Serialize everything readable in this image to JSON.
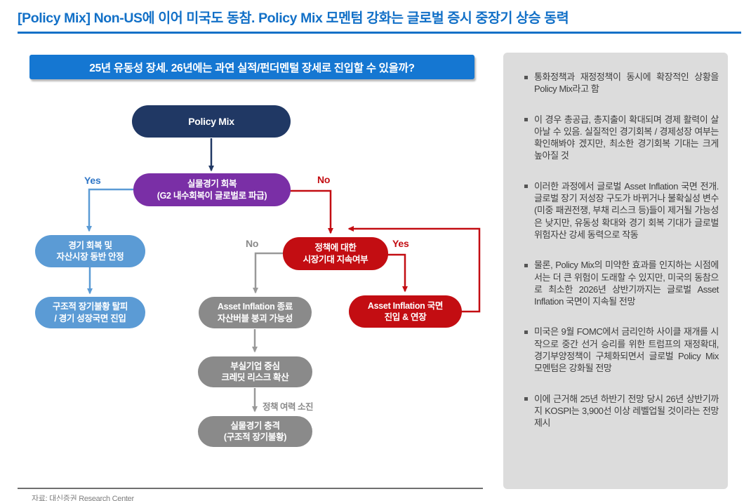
{
  "title": "[Policy Mix] Non-US에 이어 미국도 동참. Policy Mix 모멘텀 강화는 글로벌 증시 중장기 상승 동력",
  "flowchart": {
    "header": "25년 유동성 장세. 26년에는 과연 실적/펀더멘털 장세로 진입할 수 있을까?",
    "nodes": [
      {
        "id": "policy-mix",
        "lines": [
          "Policy Mix"
        ]
      },
      {
        "id": "real-economy-recovery",
        "lines": [
          "실물경기 회복",
          "(G2 내수회복이 글로벌로 파급)"
        ]
      },
      {
        "id": "recovery-stabilization",
        "lines": [
          "경기 회복 및",
          "자산시장 동반 안정"
        ]
      },
      {
        "id": "escape-depression",
        "lines": [
          "구조적 장기불황 탈피",
          "/ 경기 성장국면 진입"
        ]
      },
      {
        "id": "policy-expectation",
        "lines": [
          "정책에 대한",
          "시장기대 지속여부"
        ]
      },
      {
        "id": "asset-inflation-end",
        "lines": [
          "Asset Inflation 종료",
          "자산버블 붕괴 가능성"
        ]
      },
      {
        "id": "asset-inflation-enter",
        "lines": [
          "Asset Inflation 국면",
          "진입 & 연장"
        ]
      },
      {
        "id": "credit-risk",
        "lines": [
          "부실기업 중심",
          "크레딧 리스크 확산"
        ]
      },
      {
        "id": "real-economy-shock",
        "lines": [
          "실물경기 충격",
          "(구조적 장기불황)"
        ]
      }
    ],
    "labels": {
      "yes_left": "Yes",
      "no_right": "No",
      "no_mid": "No",
      "yes_mid": "Yes",
      "policy_exhausted": "정책 여력 소진"
    },
    "source": "자료: 대신증권 Research Center"
  },
  "panel": {
    "bullets": [
      "통화정책과 재정정책이 동시에 확장적인 상황을 Policy Mix라고 함",
      "이 경우 총공급, 총지출이 확대되며 경제 활력이 살아날 수 있음. 실질적인 경기회복 / 경제성장 여부는 확인해봐야 겠지만, 최소한 경기회복 기대는 크게 높아질 것",
      "이러한 과정에서 글로벌 Asset Inflation 국면 전개. 글로벌 장기 저성장 구도가 바뀌거나 불확실성 변수(미중 패권전쟁, 부채 리스크 등)들이 제거될 가능성은 낮지만, 유동성 확대와 경기 회복 기대가 글로벌 위험자산 강세 동력으로 작동",
      "물론, Policy Mix의 미약한 효과를 인지하는 시점에서는 더 큰 위험이 도래할 수 있지만, 미국의 동참으로 최소한 2026년 상반기까지는 글로벌 Asset Inflation 국면이 지속될 전망",
      "미국은 9월 FOMC에서 금리인하 사이클 재개를 시작으로 중간 선거 승리를 위한 트럼프의 재정확대, 경기부양정책이 구체화되면서 글로벌 Policy Mix 모멘텀은 강화될 전망",
      "이에 근거해 25년 하반기 전망 당시 26년 상반기까지 KOSPI는 3,900선 이상 레벨업될 것이라는 전망 제시"
    ]
  },
  "colors": {
    "title_blue": "#1270c7",
    "header_bar_blue": "#1577d2",
    "node_navy": "#203864",
    "node_purple": "#7a2fa6",
    "node_blue": "#5b9bd5",
    "node_red": "#c30d12",
    "node_gray": "#8a8a8a",
    "panel_bg": "#dcdcdc",
    "yes_label_blue": "#2e75c6"
  }
}
